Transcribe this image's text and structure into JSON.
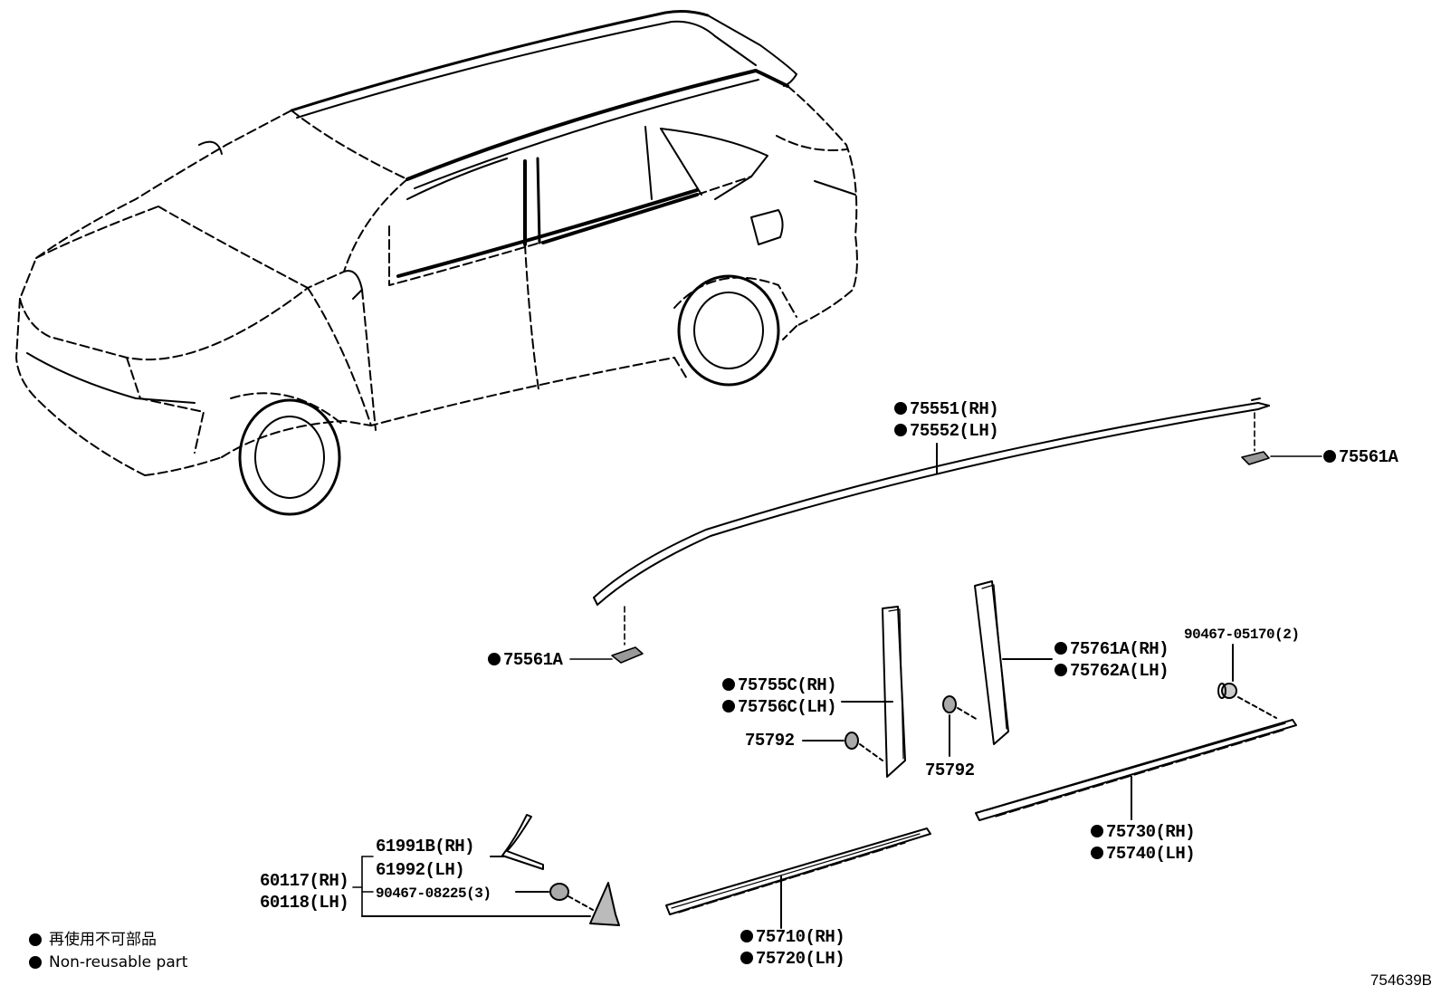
{
  "callouts": {
    "c75551": "75551(RH)",
    "c75552": "75552(LH)",
    "c75561a_right": "75561A",
    "c75561a_left": "75561A",
    "c75761a": "75761A(RH)",
    "c75762a": "75762A(LH)",
    "c90467_05170": "90467-05170(2)",
    "c75755c": "75755C(RH)",
    "c75756c": "75756C(LH)",
    "c75792_left": "75792",
    "c75792_right": "75792",
    "c75730": "75730(RH)",
    "c75740": "75740(LH)",
    "c61991b": "61991B(RH)",
    "c61992": "61992(LH)",
    "c60117": "60117(RH)",
    "c60118": "60118(LH)",
    "c90467_08225": "90467-08225(3)",
    "c75710": "75710(RH)",
    "c75720": "75720(LH)"
  },
  "legend": {
    "jp": "再使用不可部品",
    "en": "Non-reusable part"
  },
  "figure_id": "754639B"
}
